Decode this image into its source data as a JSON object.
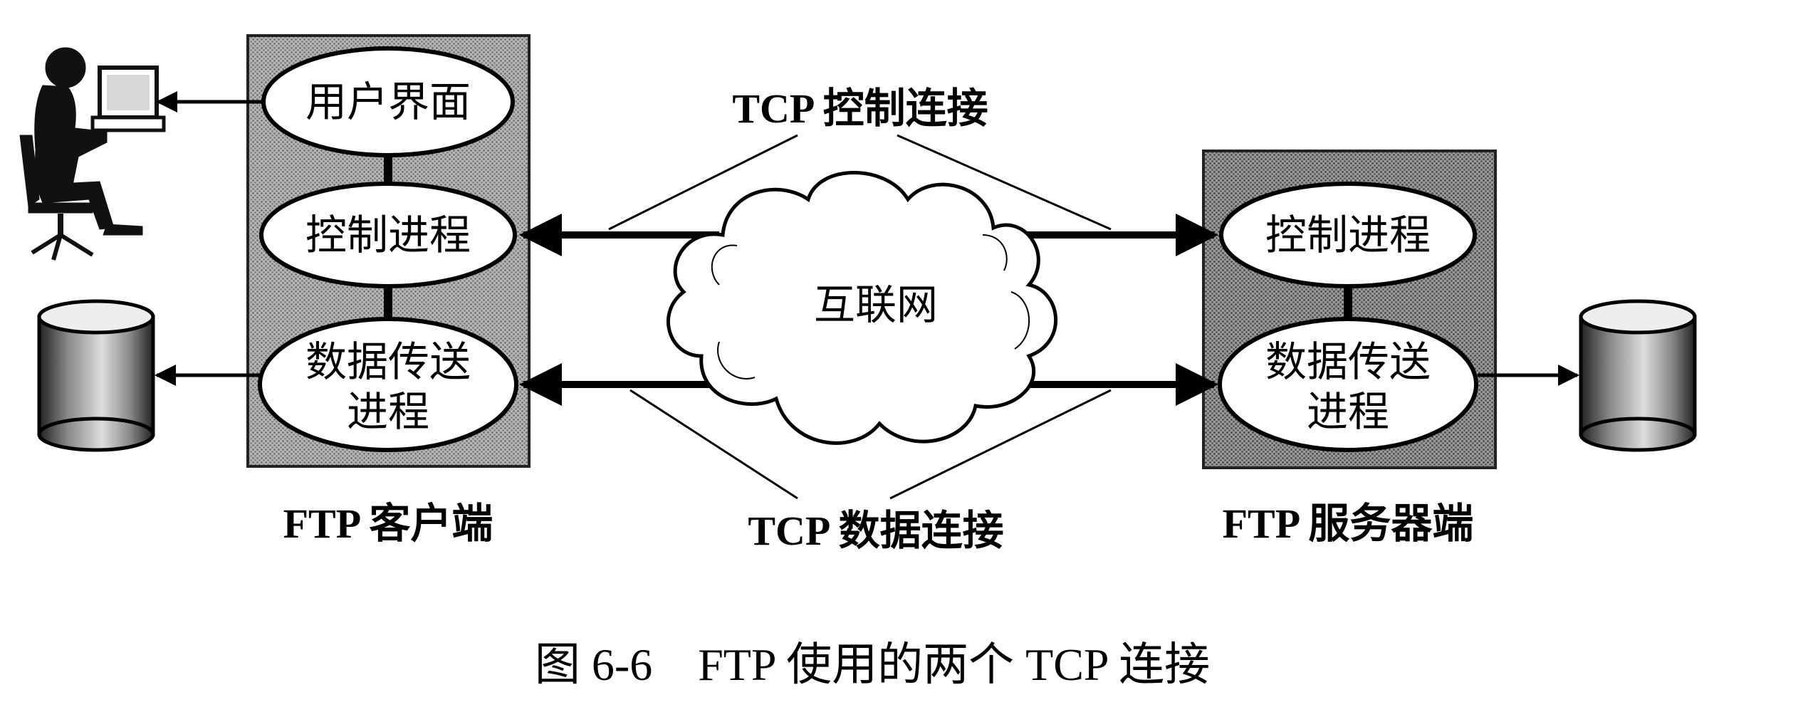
{
  "client": {
    "label": "FTP 客户端",
    "ui": "用户界面",
    "control_process": "控制进程",
    "data_process_line1": "数据传送",
    "data_process_line2": "进程"
  },
  "server": {
    "label": "FTP 服务器端",
    "control_process": "控制进程",
    "data_process_line1": "数据传送",
    "data_process_line2": "进程"
  },
  "network": {
    "label": "互联网"
  },
  "connections": {
    "control": "TCP 控制连接",
    "data": "TCP 数据连接"
  },
  "caption": "图 6-6　FTP 使用的两个 TCP 连接",
  "icons": [
    "user-at-computer-icon",
    "disk-icon"
  ],
  "colors": {
    "box_fill": "#a9a9a9",
    "line": "#000000",
    "background": "#ffffff"
  }
}
